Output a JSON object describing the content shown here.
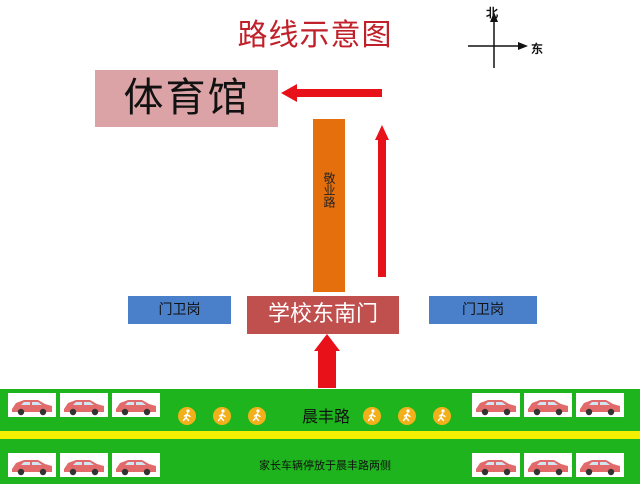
{
  "title": "路线示意图",
  "compass": {
    "north": "北",
    "east": "东"
  },
  "buildings": {
    "gym": "体育馆",
    "school_gate": "学校东南门",
    "gate_guard_left": "门卫岗",
    "gate_guard_right": "门卫岗"
  },
  "roads": {
    "jingye": "敬业路",
    "chenfeng": "晨丰路"
  },
  "parking_note": "家长车辆停放于晨丰路两侧",
  "colors": {
    "title": "#c0202a",
    "gym": "#dba3a6",
    "school_gate": "#c0504d",
    "guard_house": "#4a7fc9",
    "jingye_road": "#e56f0c",
    "green_road": "#1db41d",
    "center_line": "#f4f000",
    "arrow": "#e8111a",
    "car": "#e26a6a",
    "pedestrian": "#f2b11a"
  },
  "icons": [
    "compass-icon",
    "arrow-icon",
    "car-icon",
    "pedestrian-icon"
  ]
}
